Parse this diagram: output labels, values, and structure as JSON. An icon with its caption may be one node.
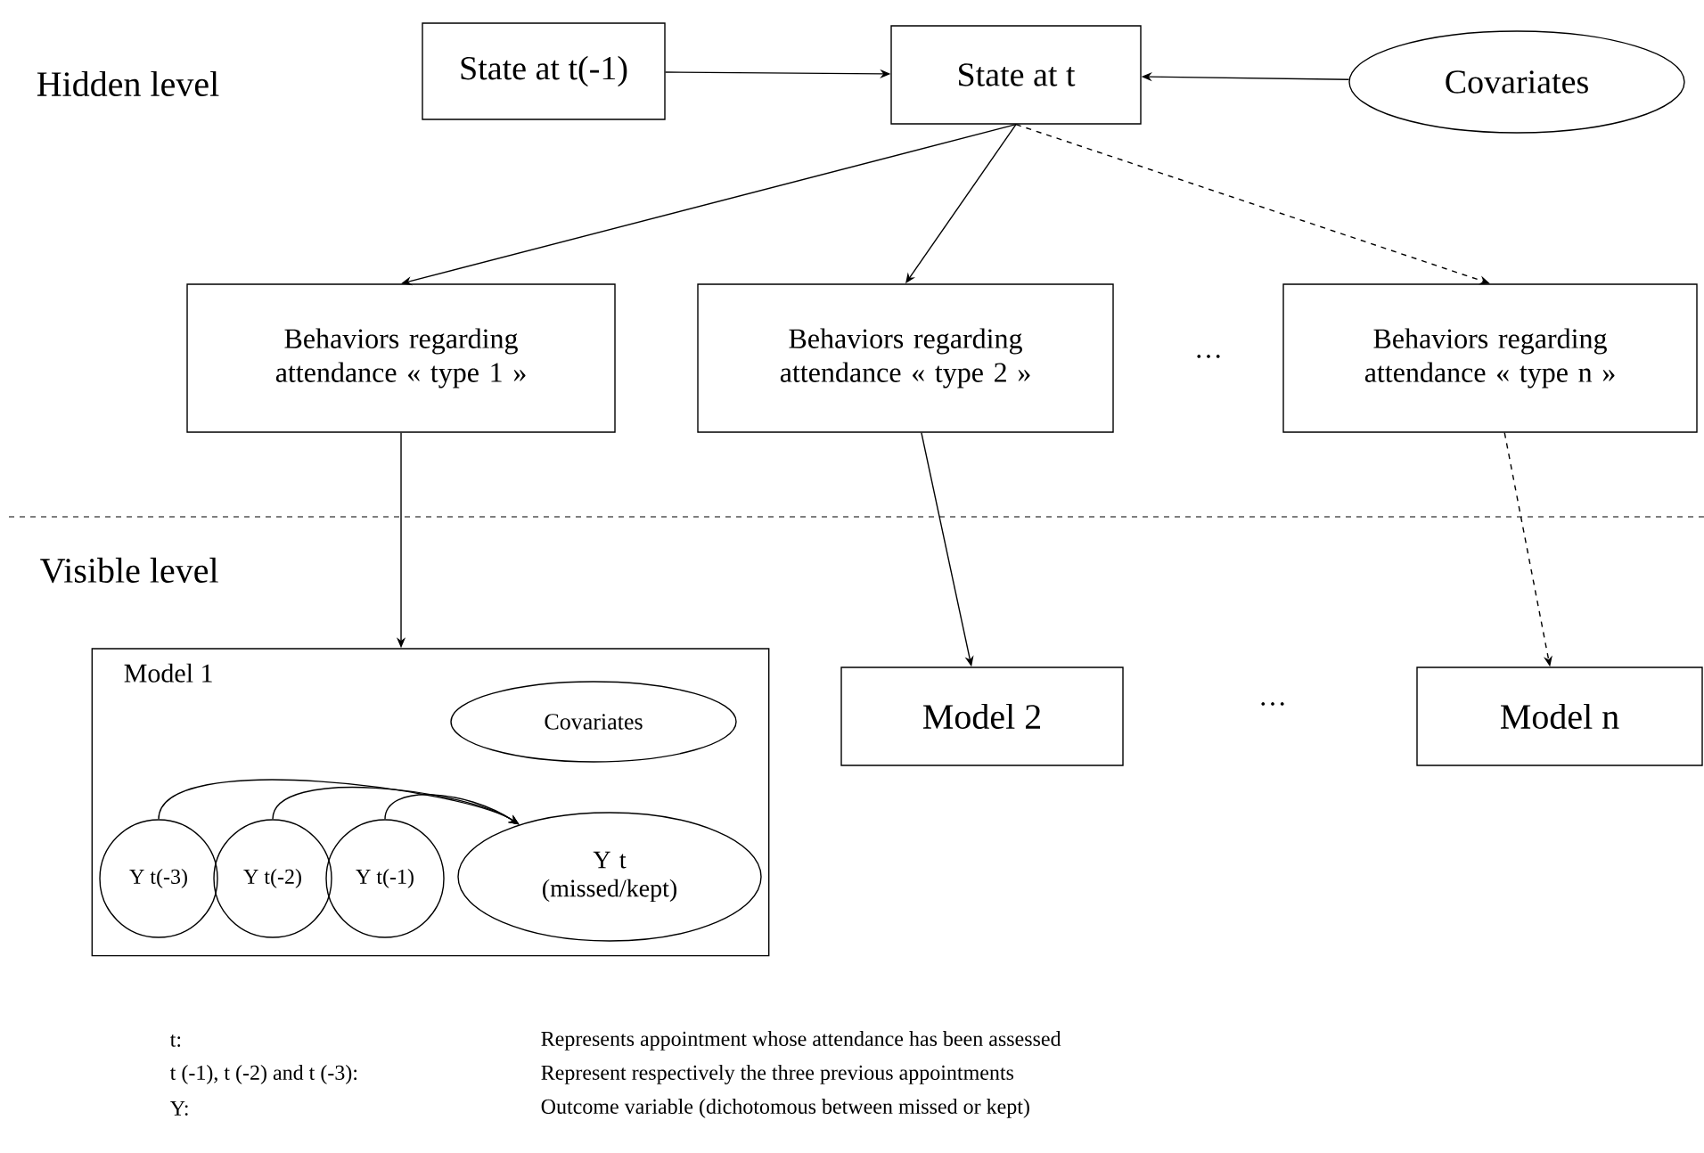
{
  "diagram": {
    "nodes": [
      {
        "text": [
          "State at t(-1)"
        ]
      },
      {
        "text": [
          "State at t"
        ]
      },
      {
        "text": [
          "Covariates"
        ]
      },
      {
        "text": [
          "Behaviors regarding attendance « type 1 »"
        ]
      },
      {
        "text": [
          "Behaviors regarding attendance « type 2 »"
        ]
      },
      {
        "text": [
          "Behaviors regarding attendance « type n »"
        ]
      },
      {
        "text": [
          "Model 1"
        ]
      },
      {
        "text": [
          "Covariates"
        ],
        "in": 6
      },
      {
        "text": [
          "Y t(-3)"
        ],
        "in": 6
      },
      {
        "text": [
          "Y t(-2)"
        ],
        "in": 6
      },
      {
        "text": [
          "Y t(-1)"
        ],
        "in": 6
      },
      {
        "text": [
          "Y t (missed/kept)"
        ],
        "in": 6
      },
      {
        "text": [
          "Model 2"
        ]
      },
      {
        "text": [
          "Model n"
        ]
      }
    ],
    "edges": [
      {
        "from": 0,
        "to": 1,
        "arrow": "to"
      },
      {
        "from": 2,
        "to": 1,
        "arrow": "to"
      },
      {
        "from": 1,
        "to": 3,
        "arrow": "to"
      },
      {
        "from": 1,
        "to": 4,
        "arrow": "to"
      },
      {
        "from": 1,
        "to": 5,
        "arrow": "to",
        "style": "dashed"
      },
      {
        "from": 3,
        "to": 6,
        "arrow": "to"
      },
      {
        "from": 4,
        "to": 12,
        "arrow": "to"
      },
      {
        "from": 5,
        "to": 13,
        "arrow": "to",
        "style": "dashed"
      },
      {
        "from": 8,
        "to": 11,
        "arrow": "to"
      },
      {
        "from": 9,
        "to": 11,
        "arrow": "to"
      },
      {
        "from": 10,
        "to": 11,
        "arrow": "to"
      }
    ],
    "labels": [
      "Hidden level",
      "…",
      "Visible level",
      "…",
      "t:",
      "Represents appointment whose attendance has been assessed",
      "t (-1), t (-2) and t (-3):",
      "Represent respectively the three previous appointments",
      "Y:",
      "Outcome variable (dichotomous between missed or kept)"
    ]
  }
}
